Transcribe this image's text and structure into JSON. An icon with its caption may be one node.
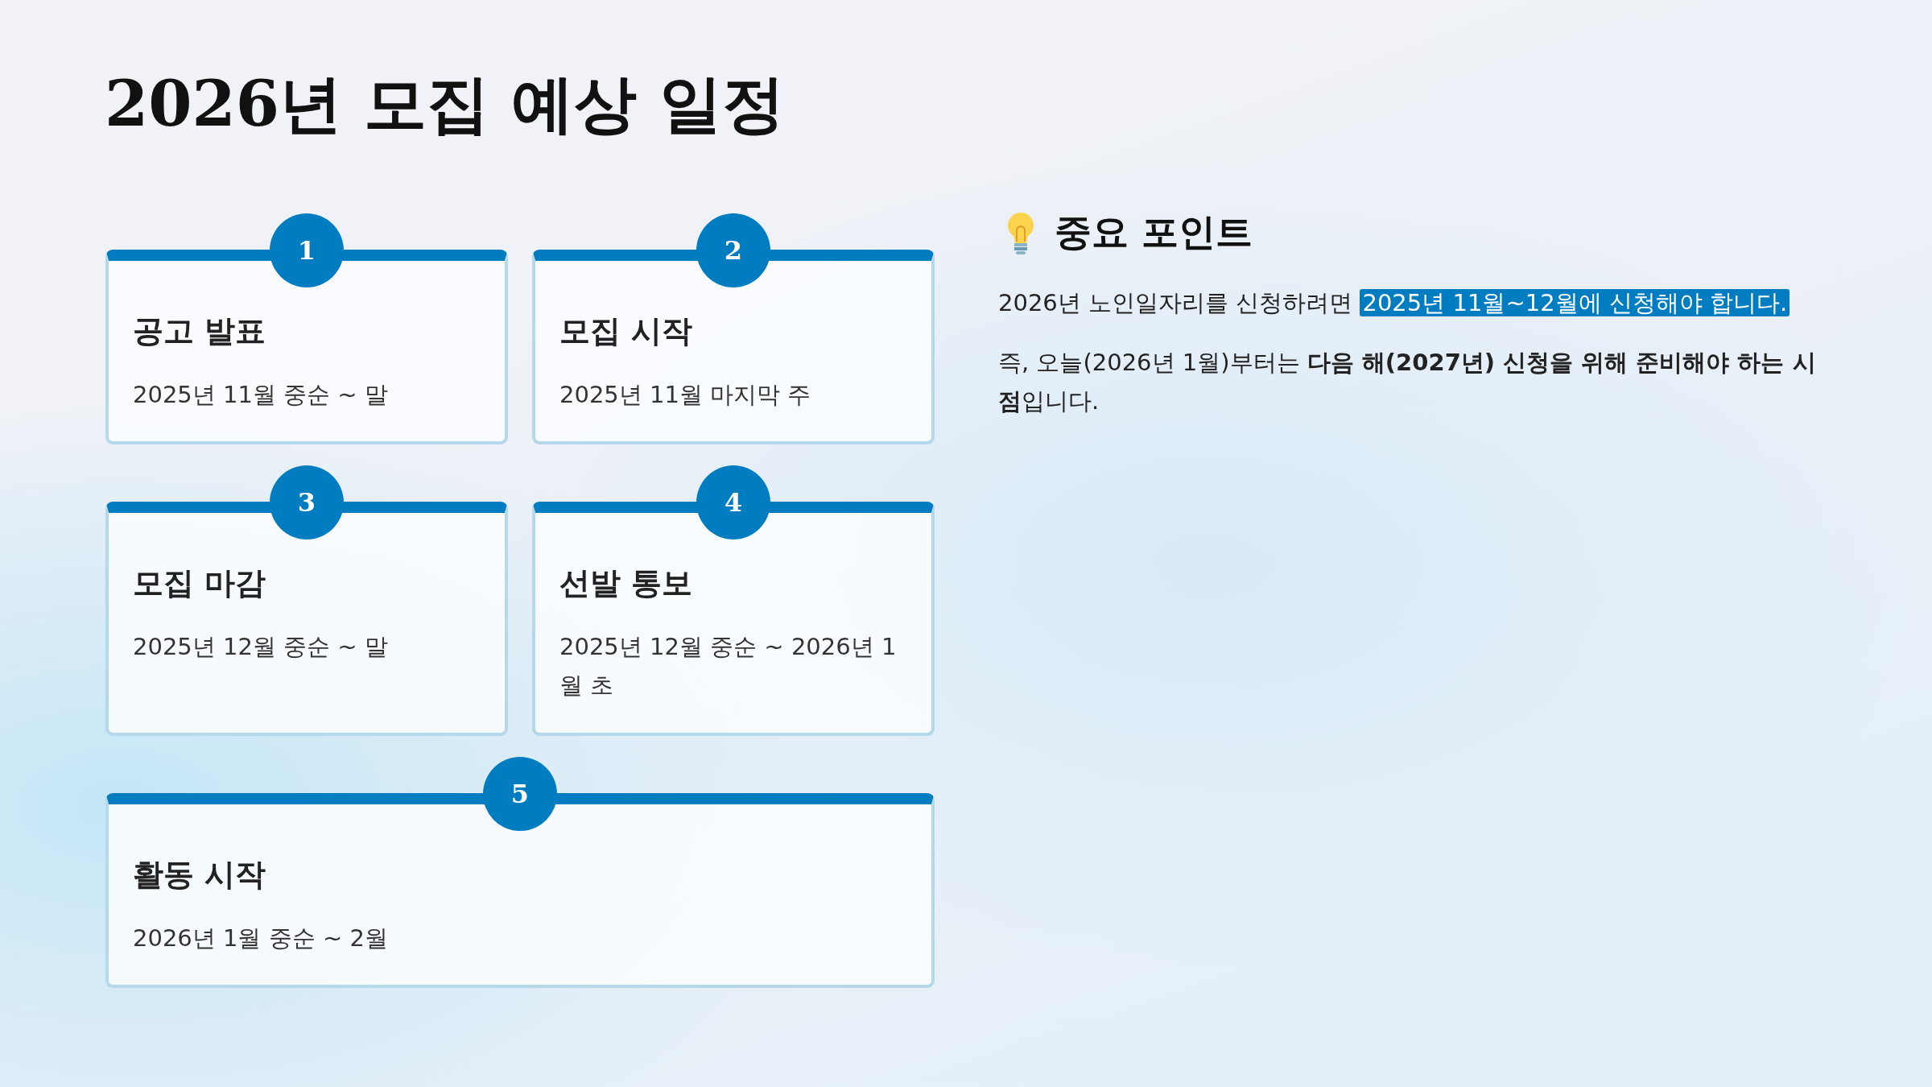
{
  "diagram": {
    "title": "2026년 모집 예상 일정",
    "nodes": [
      {
        "text": [
          "1",
          "공고 발표",
          "2025년 11월 중순 ~ 말"
        ]
      },
      {
        "text": [
          "2",
          "모집 시작",
          "2025년 11월 마지막 주"
        ]
      },
      {
        "text": [
          "3",
          "모집 마감",
          "2025년 12월 중순 ~ 말"
        ]
      },
      {
        "text": [
          "4",
          "선발 통보",
          "2025년 12월 중순 ~ 2026년 1월 초"
        ]
      },
      {
        "text": [
          "5",
          "활동 시작",
          "2026년 1월 중순 ~ 2월"
        ]
      }
    ],
    "labels": [
      "중요 포인트",
      "2026년 노인일자리를 신청하려면",
      "2025년 11월~12월에 신청해야 합니다.",
      "즉, 오늘(2026년 1월)부터는 **다음 해(2027년) 신청을 위해 준비해야 하는 시점**입니다."
    ]
  }
}
